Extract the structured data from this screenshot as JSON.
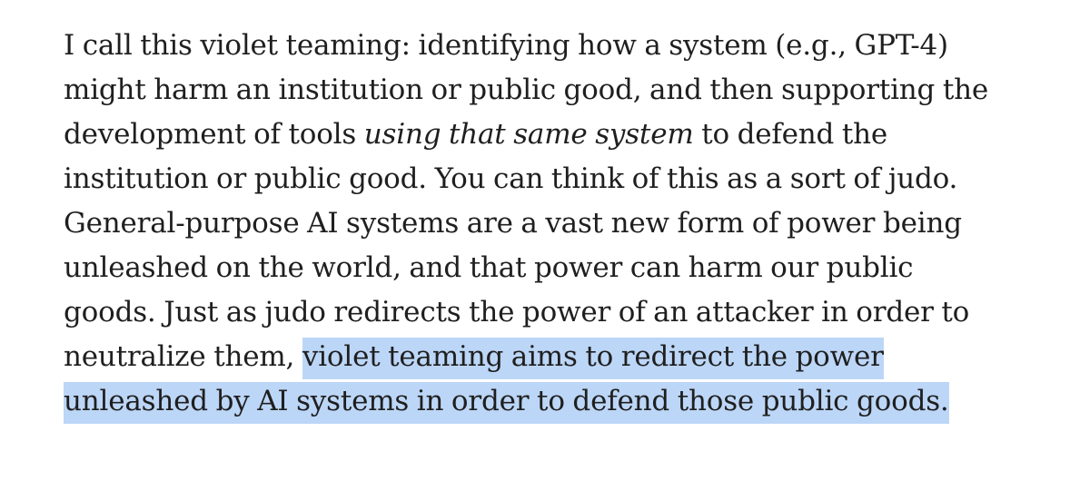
{
  "paragraph": {
    "line1": "I call this violet teaming: identifying how a system (e.g., GPT-4)",
    "line2": "might harm an institution or public good, and then supporting the",
    "line3_before": "development of tools ",
    "line3_italic": "using that same system",
    "line3_after": " to defend the",
    "line4": "institution or public good. You can think of this as a sort of judo.",
    "line5": "General-purpose AI systems are a vast new form of power being",
    "line6": "unleashed on the world, and that power can harm our public",
    "line7": "goods. Just as judo redirects the power of an attacker in order to",
    "line8_plain": "neutralize them, ",
    "line8_selected": "violet teaming aims to redirect the power",
    "line9_selected": "unleashed by AI systems in order to defend those public goods."
  },
  "colors": {
    "text": "#1f1f1f",
    "selection_highlight": "#bcd6f7",
    "background": "#ffffff"
  }
}
